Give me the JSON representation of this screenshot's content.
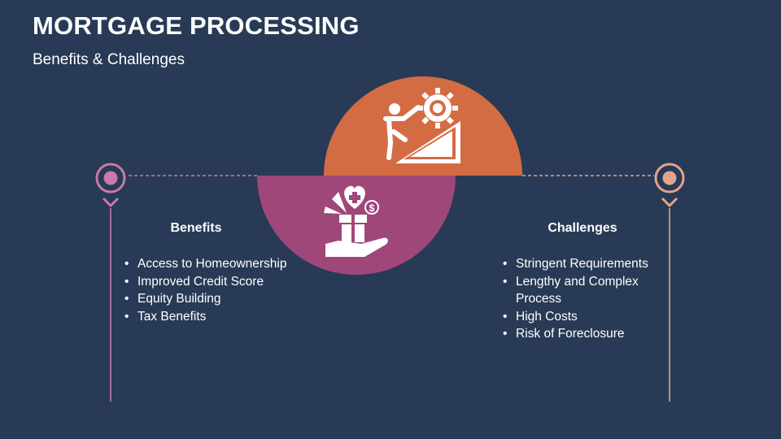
{
  "slide": {
    "title": "MORTGAGE PROCESSING",
    "subtitle": "Benefits & Challenges"
  },
  "colors": {
    "background": "#283a55",
    "benefits_accent": "#a0477a",
    "benefits_line": "#c97aa6",
    "challenges_accent": "#d36c43",
    "challenges_line": "#e3a48c",
    "text": "#ffffff"
  },
  "icons": {
    "top_circle": "person-climbing-to-gear-icon",
    "bottom_circle": "hand-holding-gift-heart-icon",
    "left_marker": "location-pin-icon",
    "right_marker": "location-pin-icon"
  },
  "benefits": {
    "heading": "Benefits",
    "items": [
      "Access to Homeownership",
      "Improved Credit Score",
      "Equity Building",
      "Tax Benefits"
    ]
  },
  "challenges": {
    "heading": "Challenges",
    "items": [
      "Stringent Requirements",
      "Lengthy and Complex Process",
      "High Costs",
      "Risk of Foreclosure"
    ]
  }
}
